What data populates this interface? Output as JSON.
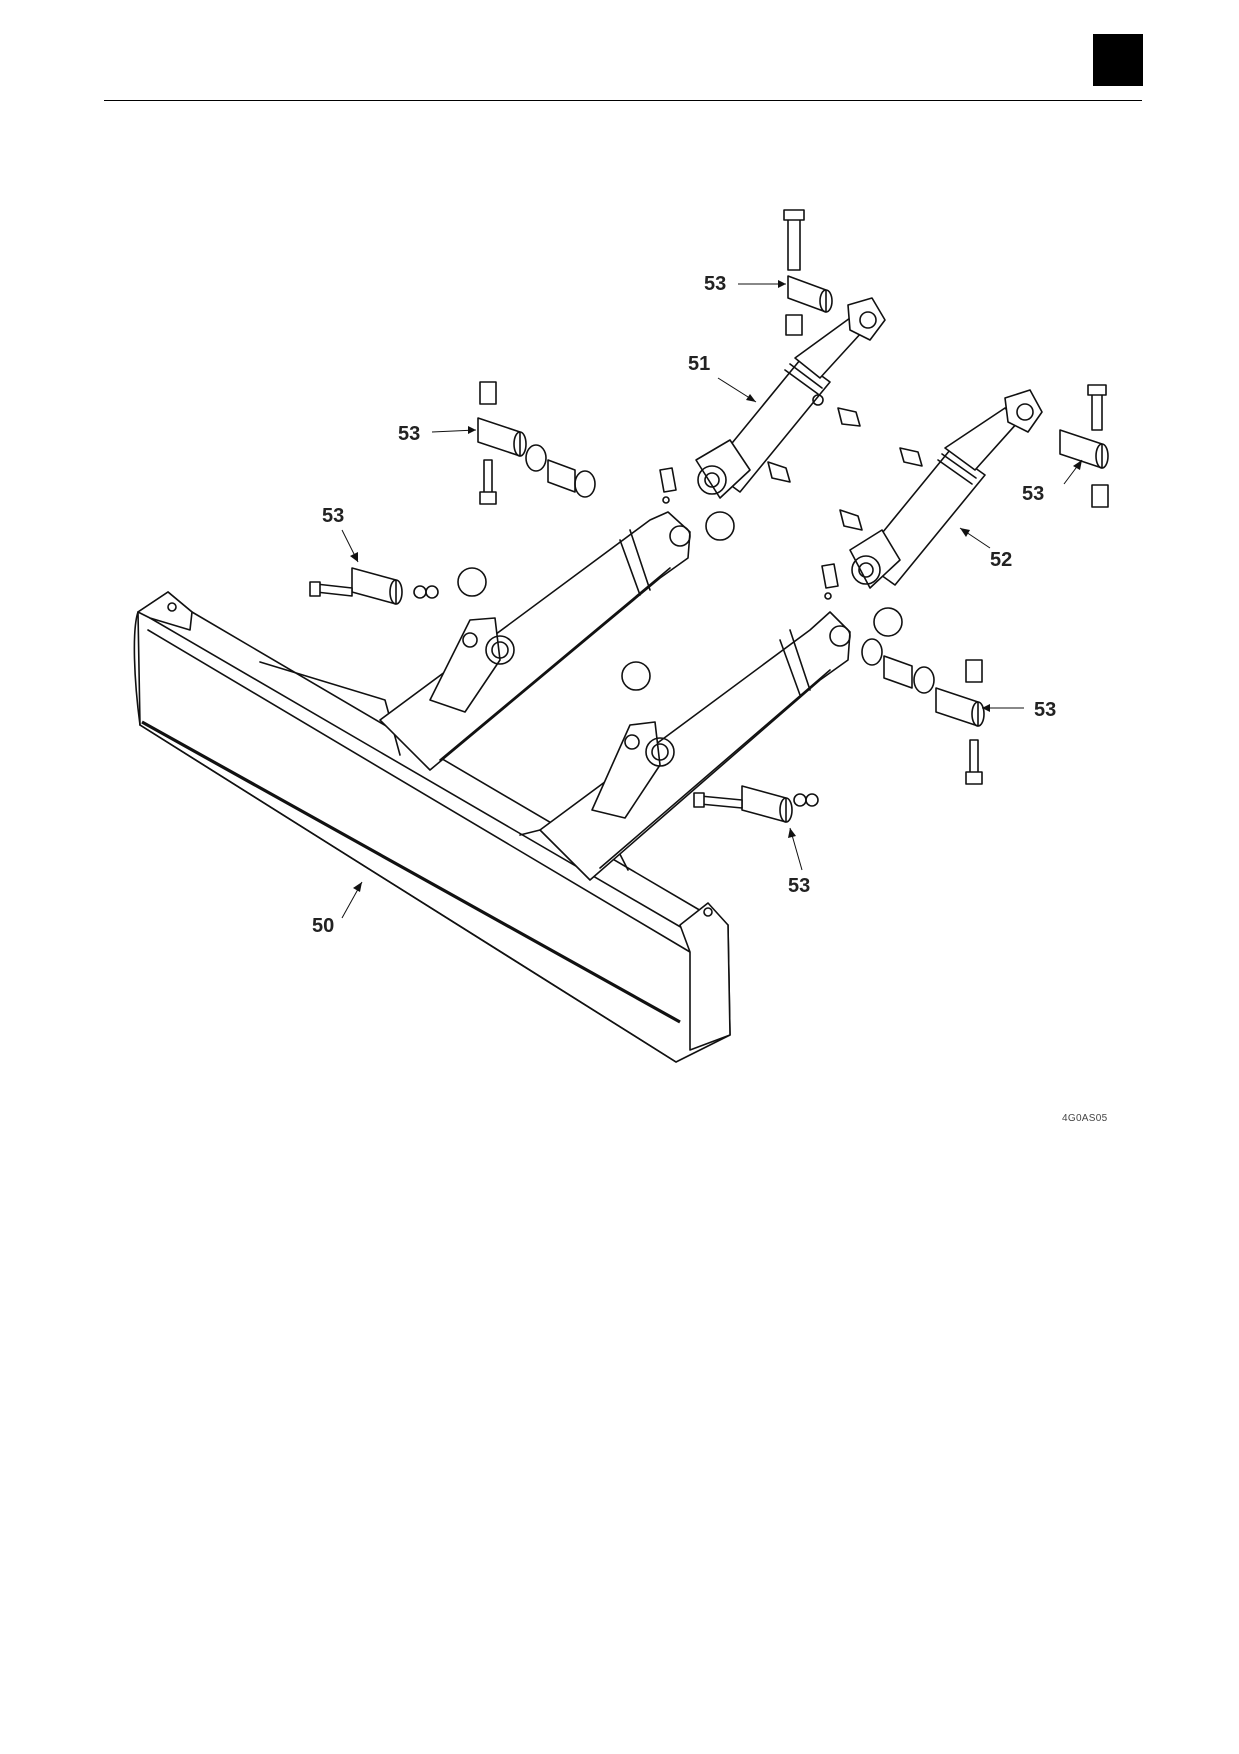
{
  "page": {
    "figure_code": "4G0AS05"
  },
  "callouts": {
    "c50": "50",
    "c51": "51",
    "c52": "52",
    "c53_top": "53",
    "c53_upper_left": "53",
    "c53_left": "53",
    "c53_right_top": "53",
    "c53_right_mid": "53",
    "c53_bottom": "53"
  }
}
